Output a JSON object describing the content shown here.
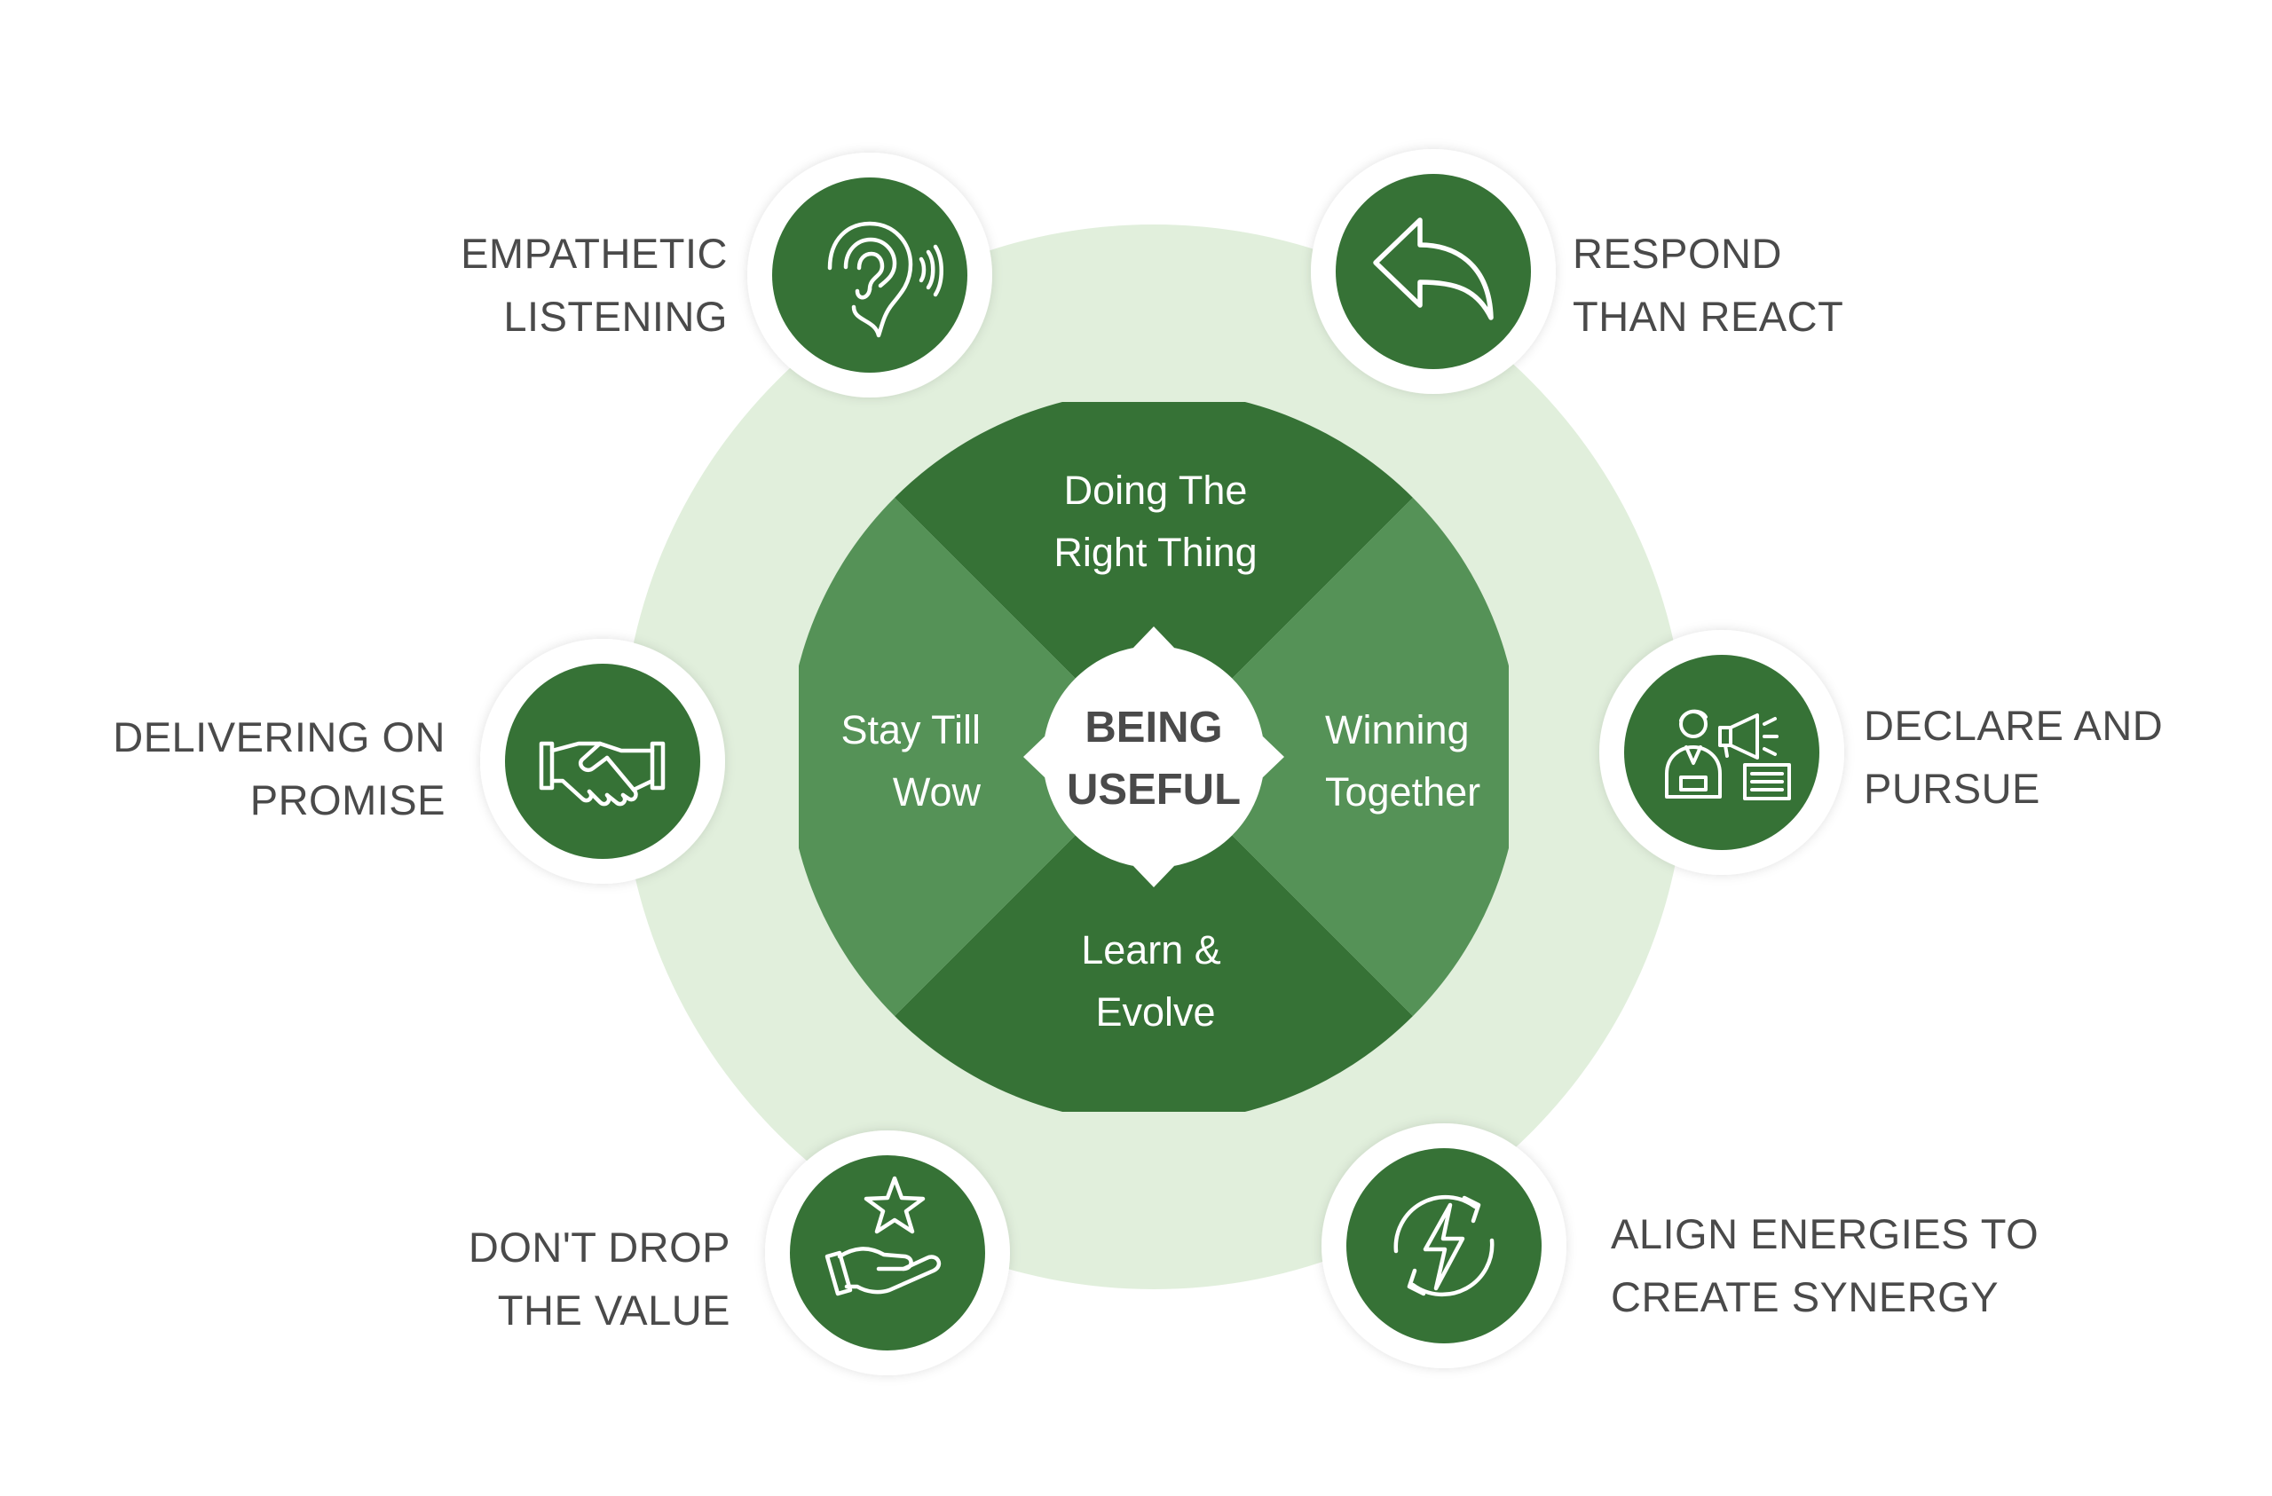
{
  "center": {
    "line1": "BEING",
    "line2": "USEFUL"
  },
  "quadrants": [
    {
      "id": "top",
      "line1": "Doing The",
      "line2": "Right Thing"
    },
    {
      "id": "right",
      "line1": "Winning",
      "line2": "Together"
    },
    {
      "id": "bottom",
      "line1": "Learn &",
      "line2": "Evolve"
    },
    {
      "id": "left",
      "line1": "Stay Till",
      "line2": "Wow"
    }
  ],
  "nodes": [
    {
      "id": "empathetic-listening",
      "icon": "ear-icon",
      "line1": "EMPATHETIC",
      "line2": "LISTENING"
    },
    {
      "id": "respond-than-react",
      "icon": "reply-arrow-icon",
      "line1": "RESPOND",
      "line2": "THAN REACT"
    },
    {
      "id": "delivering-on-promise",
      "icon": "handshake-icon",
      "line1": "DELIVERING ON",
      "line2": "PROMISE"
    },
    {
      "id": "declare-and-pursue",
      "icon": "megaphone-presenter-icon",
      "line1": "DECLARE AND",
      "line2": "PURSUE"
    },
    {
      "id": "dont-drop-the-value",
      "icon": "hand-star-icon",
      "line1": "DON'T DROP",
      "line2": "THE VALUE"
    },
    {
      "id": "align-energies",
      "icon": "energy-cycle-icon",
      "line1": "ALIGN ENERGIES TO",
      "line2": "CREATE SYNERGY"
    }
  ],
  "colors": {
    "dark_green": "#367236",
    "mid_green": "#559257",
    "ring_green": "#e1efdc",
    "label_gray": "#4a4a4a",
    "white": "#ffffff"
  }
}
